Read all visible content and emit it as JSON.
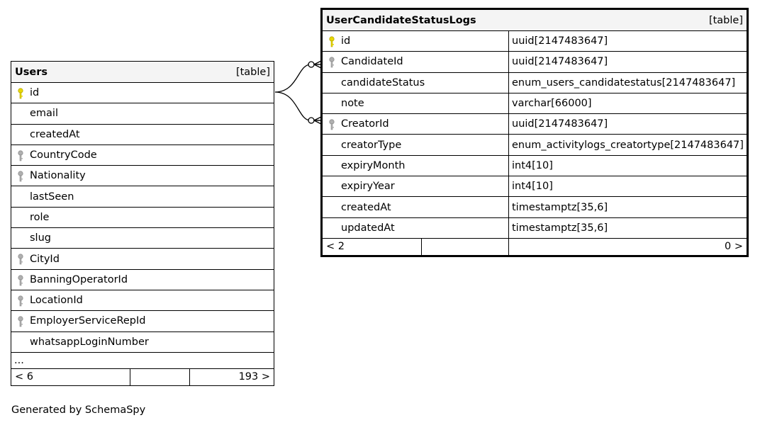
{
  "users": {
    "name": "Users",
    "kind": "[table]",
    "columns": [
      {
        "name": "id",
        "key": "primary"
      },
      {
        "name": "email",
        "key": "none"
      },
      {
        "name": "createdAt",
        "key": "none"
      },
      {
        "name": "CountryCode",
        "key": "foreign"
      },
      {
        "name": "Nationality",
        "key": "foreign"
      },
      {
        "name": "lastSeen",
        "key": "none"
      },
      {
        "name": "role",
        "key": "none"
      },
      {
        "name": "slug",
        "key": "none"
      },
      {
        "name": "CityId",
        "key": "foreign"
      },
      {
        "name": "BanningOperatorId",
        "key": "foreign"
      },
      {
        "name": "LocationId",
        "key": "foreign"
      },
      {
        "name": "EmployerServiceRepId",
        "key": "foreign"
      },
      {
        "name": "whatsappLoginNumber",
        "key": "none"
      }
    ],
    "more": "...",
    "parents": "< 6",
    "middle": "",
    "children": "193 >"
  },
  "logs": {
    "name": "UserCandidateStatusLogs",
    "kind": "[table]",
    "columns": [
      {
        "name": "id",
        "type": "uuid[2147483647]",
        "key": "primary"
      },
      {
        "name": "CandidateId",
        "type": "uuid[2147483647]",
        "key": "foreign"
      },
      {
        "name": "candidateStatus",
        "type": "enum_users_candidatestatus[2147483647]",
        "key": "none"
      },
      {
        "name": "note",
        "type": "varchar[66000]",
        "key": "none"
      },
      {
        "name": "CreatorId",
        "type": "uuid[2147483647]",
        "key": "foreign"
      },
      {
        "name": "creatorType",
        "type": "enum_activitylogs_creatortype[2147483647]",
        "key": "none"
      },
      {
        "name": "expiryMonth",
        "type": "int4[10]",
        "key": "none"
      },
      {
        "name": "expiryYear",
        "type": "int4[10]",
        "key": "none"
      },
      {
        "name": "createdAt",
        "type": "timestamptz[35,6]",
        "key": "none"
      },
      {
        "name": "updatedAt",
        "type": "timestamptz[35,6]",
        "key": "none"
      }
    ],
    "parents": "< 2",
    "middle": "",
    "children": "0 >"
  },
  "footer": {
    "generated": "Generated by SchemaSpy"
  },
  "colors": {
    "primary_key": "#e8d800",
    "foreign_key": "#b0b0b0",
    "header_bg": "#f4f4f4"
  }
}
